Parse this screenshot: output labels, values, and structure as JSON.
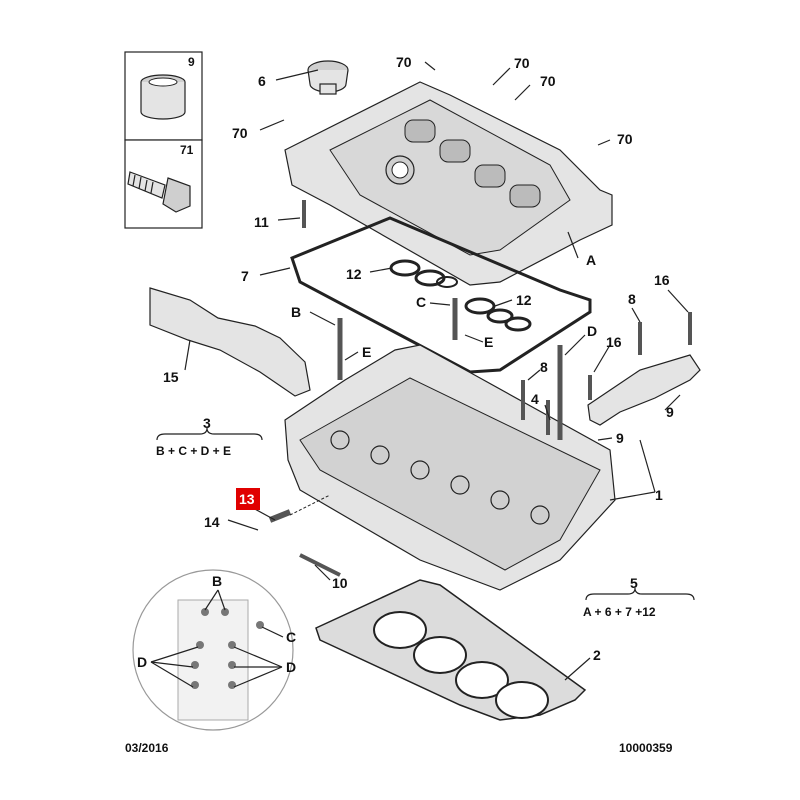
{
  "diagram": {
    "labels": {
      "p1": "1",
      "p2": "2",
      "p3": "3",
      "p4": "4",
      "p5": "5",
      "p6": "6",
      "p7": "7",
      "p8a": "8",
      "p8b": "8",
      "p9a": "9",
      "p9b": "9",
      "p9box": "9",
      "p10": "10",
      "p11": "11",
      "p12a": "12",
      "p12b": "12",
      "p13": "13",
      "p14": "14",
      "p15": "15",
      "p16a": "16",
      "p16b": "16",
      "p70a": "70",
      "p70b": "70",
      "p70c": "70",
      "p70d": "70",
      "p70e": "70",
      "p71box": "71",
      "A": "A",
      "B": "B",
      "C": "C",
      "D": "D",
      "E1": "E",
      "E2": "E",
      "Bins": "B",
      "Cins": "C",
      "Dins1": "D",
      "Dins2": "D"
    },
    "formula_3": "B + C + D + E",
    "formula_5": "A + 6 + 7 +12",
    "highlight_color": "#e00000"
  },
  "footer": {
    "date": "03/2016",
    "ref": "10000359"
  }
}
